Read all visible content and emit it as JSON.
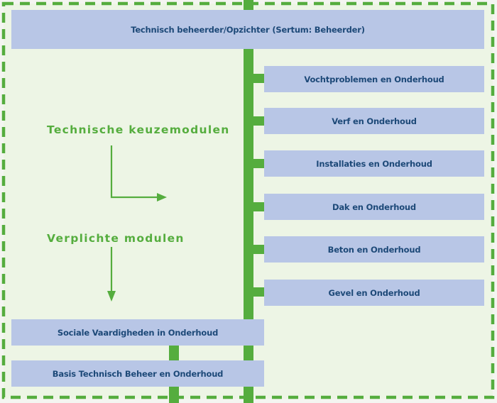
{
  "diagram": {
    "top_role": "Technisch beheerder/Opzichter (Sertum: Beheerder)",
    "labels": {
      "elective": "Technische keuzemodulen",
      "mandatory": "Verplichte modulen"
    },
    "elective_modules": [
      {
        "label": "Vochtproblemen en Onderhoud"
      },
      {
        "label": "Verf en Onderhoud"
      },
      {
        "label": "Installaties en Onderhoud"
      },
      {
        "label": "Dak en Onderhoud"
      },
      {
        "label": "Beton en Onderhoud"
      },
      {
        "label": "Gevel en Onderhoud"
      }
    ],
    "mandatory_modules": [
      {
        "label": "Sociale Vaardigheden in Onderhoud"
      },
      {
        "label": "Basis Technisch Beheer en Onderhoud"
      }
    ],
    "colors": {
      "accent_green": "#55ad3e",
      "box_blue": "#b8c6e6",
      "text_navy": "#1d4978",
      "background": "#edf5e5"
    }
  }
}
